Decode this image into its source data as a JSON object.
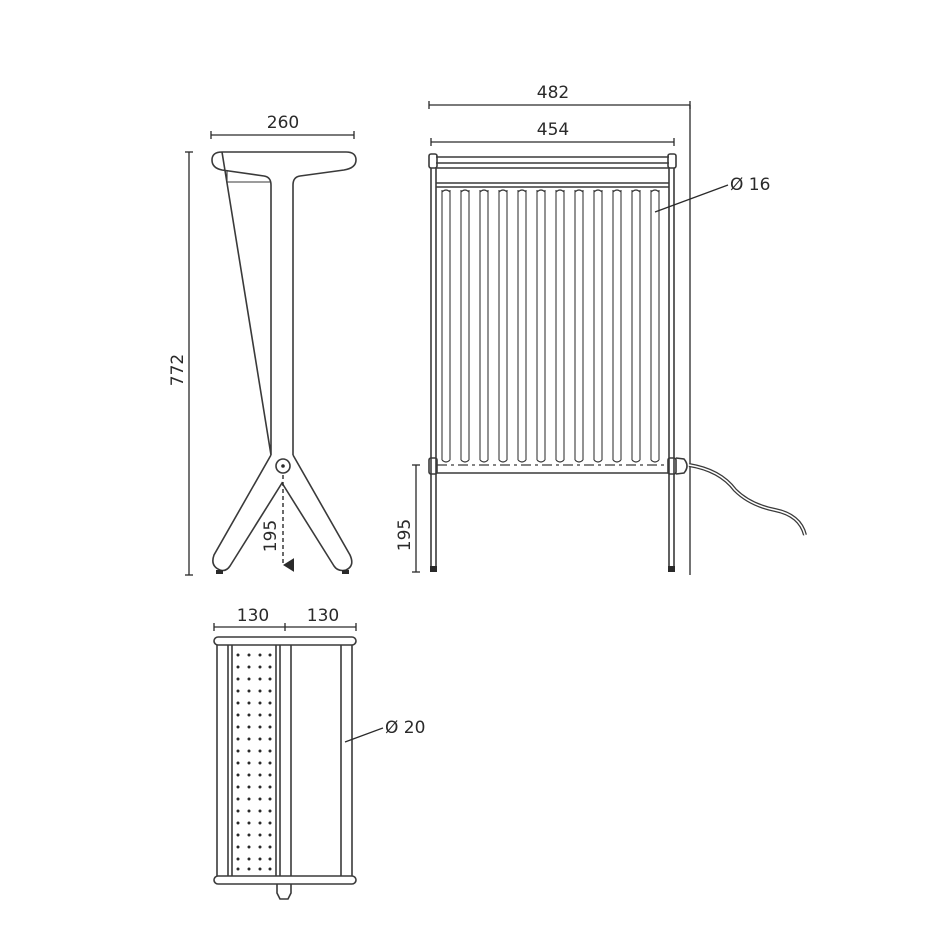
{
  "drawing": {
    "title": "Heater technical drawing with dimensions",
    "units": "mm",
    "views": {
      "side": {
        "width_label": "260",
        "height_label": "772",
        "leg_height_label": "195"
      },
      "front": {
        "overall_width_label": "482",
        "panel_width_label": "454",
        "tube_diameter_label": "Ø 16",
        "leg_height_label": "195"
      },
      "top": {
        "left_depth_label": "130",
        "right_depth_label": "130",
        "tube_diameter_label": "Ø 20"
      }
    },
    "colors": {
      "line": "#3a3a3a",
      "text": "#2a2a2a",
      "background": "#ffffff"
    }
  }
}
